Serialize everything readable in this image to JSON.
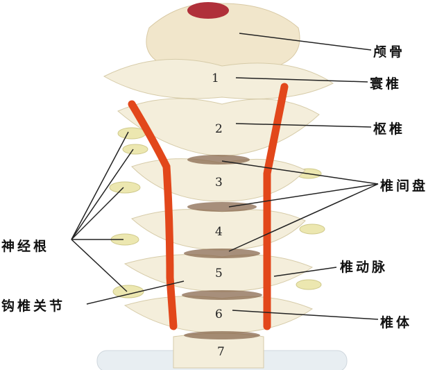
{
  "labels": {
    "skull": "颅骨",
    "atlas": "寰椎",
    "axis": "枢椎",
    "disc": "椎间盘",
    "artery": "椎动脉",
    "body": "椎体",
    "nerve_root": "神经根",
    "uncovertebral_joint": "钩椎关节"
  },
  "vertebra_numbers": [
    "1",
    "2",
    "3",
    "4",
    "5",
    "6",
    "7"
  ],
  "colors": {
    "bone": "#f3ecd6",
    "artery": "#e2471b",
    "disc": "#8a6a4f",
    "text": "#111111"
  }
}
